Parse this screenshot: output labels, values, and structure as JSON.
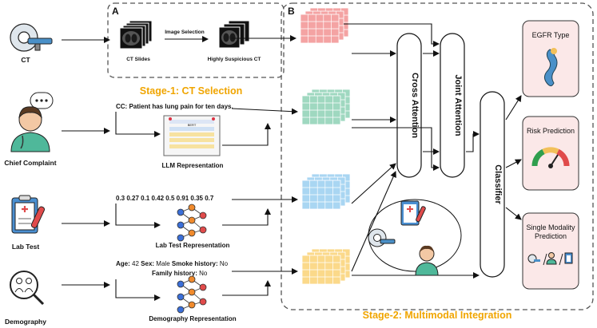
{
  "panels": {
    "a": {
      "letter": "A",
      "stage_title": "Stage-1: CT Selection",
      "ct_slides": "CT Slides",
      "image_selection": "Image Selection",
      "highly_suspicious": "Highly Suspicious CT"
    },
    "b": {
      "letter": "B",
      "stage_title": "Stage-2: Multimodal Integration"
    }
  },
  "inputs": {
    "ct": "CT",
    "chief_complaint": "Chief Complaint",
    "lab_test": "Lab Test",
    "demography": "Demography"
  },
  "chief_complaint": {
    "text": "CC: Patient has lung pain for ten days.",
    "llm_label": "LLM Representation",
    "bert_label": "BERT"
  },
  "lab": {
    "values": "0.3 0.27 0.1 0.42 0.5 0.91 0.35 0.7",
    "label": "Lab Test Representation"
  },
  "demo": {
    "age_key": "Age:",
    "age_val": "42",
    "sex_key": "Sex:",
    "sex_val": "Male",
    "smoke_key": "Smoke history:",
    "smoke_val": "No",
    "family_key": "Family history:",
    "family_val": "No",
    "label": "Demography Representation"
  },
  "modules": {
    "cross_attention": "Cross Attention",
    "joint_attention": "Joint Attention",
    "classifier": "Classifier"
  },
  "outputs": {
    "egfr": "EGFR Type",
    "risk": "Risk Prediction",
    "single_1": "Single Modality",
    "single_2": "Prediction"
  },
  "colors": {
    "stage_title": "#f0a500",
    "ct_grid": "#f4a3a3",
    "cc_grid": "#9fd8c0",
    "lab_grid": "#a9d6f2",
    "demo_grid": "#fbd98a",
    "output_box": "#fbe8e8"
  }
}
